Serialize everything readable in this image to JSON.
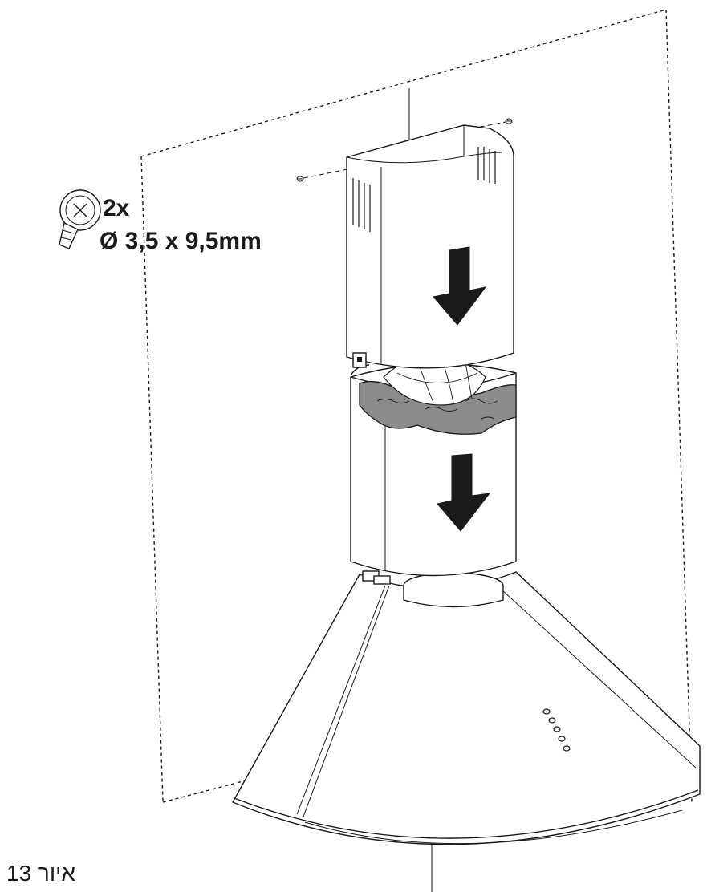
{
  "screw_callout": {
    "icon": "screw-icon",
    "quantity": "2x",
    "size": "Ø 3,5 x 9,5mm"
  },
  "caption": "איור 13",
  "arrows": {
    "icon": "arrow-down-icon",
    "count": 2
  },
  "colors": {
    "line": "#1a1a1a",
    "insulation_tape": "#8c8c8c",
    "arrow_fill": "#1a1a1a"
  }
}
